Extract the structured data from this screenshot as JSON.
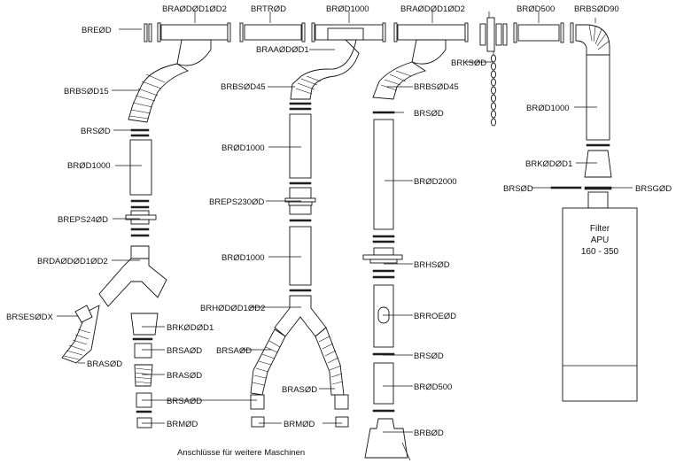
{
  "labels": {
    "brearod": "BREØD",
    "bra_top1": "BRAØDØD1ØD2",
    "brtrod": "BRTRØD",
    "brod1000_top": "BRØD1000",
    "bra_top2": "BRAØDØD1ØD2",
    "brksod": "BRKSØD",
    "brod500_top": "BRØD500",
    "brbsod90": "BRBSØD90",
    "braaodod1": "BRAAØDØD1",
    "brbsod15": "BRBSØD15",
    "brbsod45_a": "BRBSØD45",
    "brbsod45_b": "BRBSØD45",
    "brsod_c1": "BRSØD",
    "brsod_c3": "BRSØD",
    "brod1000_c1": "BRØD1000",
    "brod1000_c2a": "BRØD1000",
    "brod2000": "BRØD2000",
    "brod1000_c4": "BRØD1000",
    "brkodod1_c4": "BRKØDØD1",
    "brsod_c4": "BRSØD",
    "brsgod": "BRSGØD",
    "breps24od": "BREPS24ØD",
    "breps230od": "BREPS230ØD",
    "brdaodod1od2": "BRDAØDØD1ØD2",
    "brod1000_c2b": "BRØD1000",
    "brhsod": "BRHSØD",
    "brroeod": "BRROEØD",
    "brsesodx": "BRSESØDX",
    "brhododd1od2": "BRHØDØD1ØD2",
    "brkodod1_c1": "BRKØDØD1",
    "brasod_left": "BRASØD",
    "brsaod_c1a": "BRSAØD",
    "brasod_c1": "BRASØD",
    "brsaod_c2": "BRSAØD",
    "brsod_c3b": "BRSØD",
    "brod500_c3": "BRØD500",
    "brasod_c2": "BRASØD",
    "brsaod_c1b": "BRSAØD",
    "brmod_c1": "BRMØD",
    "brmod_c2": "BRMØD",
    "brbod": "BRBØD"
  },
  "filter": {
    "title": "Filter",
    "model": "APU",
    "range": "160 - 350"
  },
  "footer": "Anschlüsse für weitere Maschinen"
}
